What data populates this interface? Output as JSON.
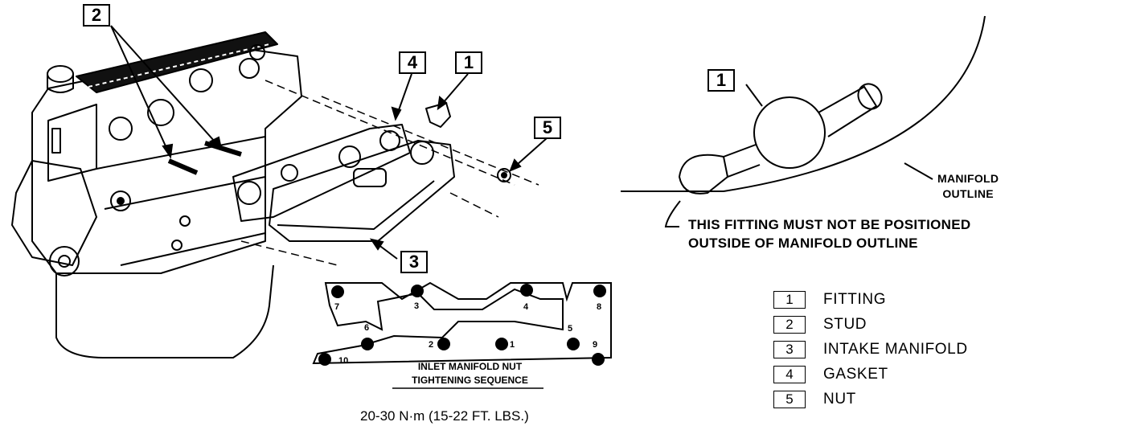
{
  "callouts": {
    "stud": "2",
    "gasket": "4",
    "fitting_main": "1",
    "nut": "5",
    "intake_manifold": "3",
    "fitting_detail": "1"
  },
  "detail": {
    "manifold_outline_label": "MANIFOLD\nOUTLINE",
    "warning_line1": "THIS FITTING MUST NOT BE POSITIONED",
    "warning_line2": "OUTSIDE OF MANIFOLD OUTLINE"
  },
  "tightening_sequence": {
    "title_line1": "INLET MANIFOLD NUT",
    "title_line2": "TIGHTENING SEQUENCE",
    "nuts": [
      "1",
      "2",
      "3",
      "4",
      "5",
      "6",
      "7",
      "8",
      "9",
      "10"
    ],
    "torque": "20-30 N·m (15-22 FT. LBS.)"
  },
  "legend": [
    {
      "num": "1",
      "label": "FITTING"
    },
    {
      "num": "2",
      "label": "STUD"
    },
    {
      "num": "3",
      "label": "INTAKE MANIFOLD"
    },
    {
      "num": "4",
      "label": "GASKET"
    },
    {
      "num": "5",
      "label": "NUT"
    }
  ]
}
